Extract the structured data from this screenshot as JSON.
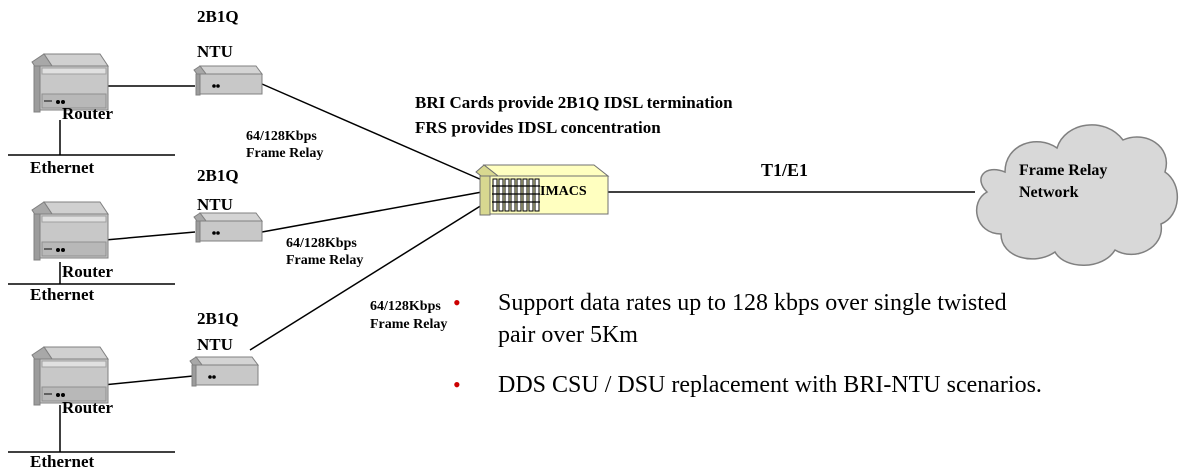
{
  "colors": {
    "line": "#000000",
    "bullet": "#cc0000",
    "cloud_fill": "#d8d8d8",
    "cloud_stroke": "#808080",
    "imacs_fill": "#ffffc0"
  },
  "sites": [
    {
      "ntu_label": "2B1Q\nNTU",
      "router_label": "Router",
      "ethernet_label": "Ethernet",
      "link_label": "64/128Kbps\nFrame Relay"
    },
    {
      "ntu_label": "2B1Q\nNTU",
      "router_label": "Router",
      "ethernet_label": "Ethernet",
      "link_label": "64/128Kbps\nFrame Relay"
    },
    {
      "ntu_label": "2B1Q\nNTU",
      "router_label": "Router",
      "ethernet_label": "Ethernet",
      "link_label": "64/128Kbps\nFrame Relay"
    }
  ],
  "imacs": {
    "label": "IMACS",
    "caption_line1": "BRI Cards provide 2B1Q IDSL termination",
    "caption_line2": "FRS provides IDSL concentration"
  },
  "trunk": {
    "label": "T1/E1"
  },
  "cloud": {
    "label_line1": "Frame Relay",
    "label_line2": "Network"
  },
  "bullets": [
    "Support data rates up to 128 kbps over single twisted pair over 5Km",
    "DDS CSU / DSU replacement with BRI-NTU scenarios."
  ]
}
